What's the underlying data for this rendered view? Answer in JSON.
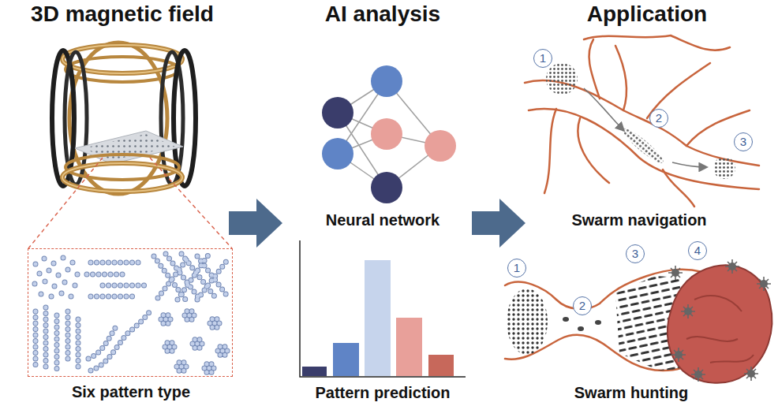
{
  "diagram": {
    "nodes": [
      {
        "text": [
          "Six pattern type"
        ]
      }
    ],
    "labels": [
      "3D magnetic field",
      "AI analysis",
      "Application",
      "Neural network",
      "Pattern prediction",
      "1",
      "2",
      "3",
      "Swarm navigation",
      "1",
      "2",
      "3",
      "4",
      "Swarm hunting"
    ]
  }
}
